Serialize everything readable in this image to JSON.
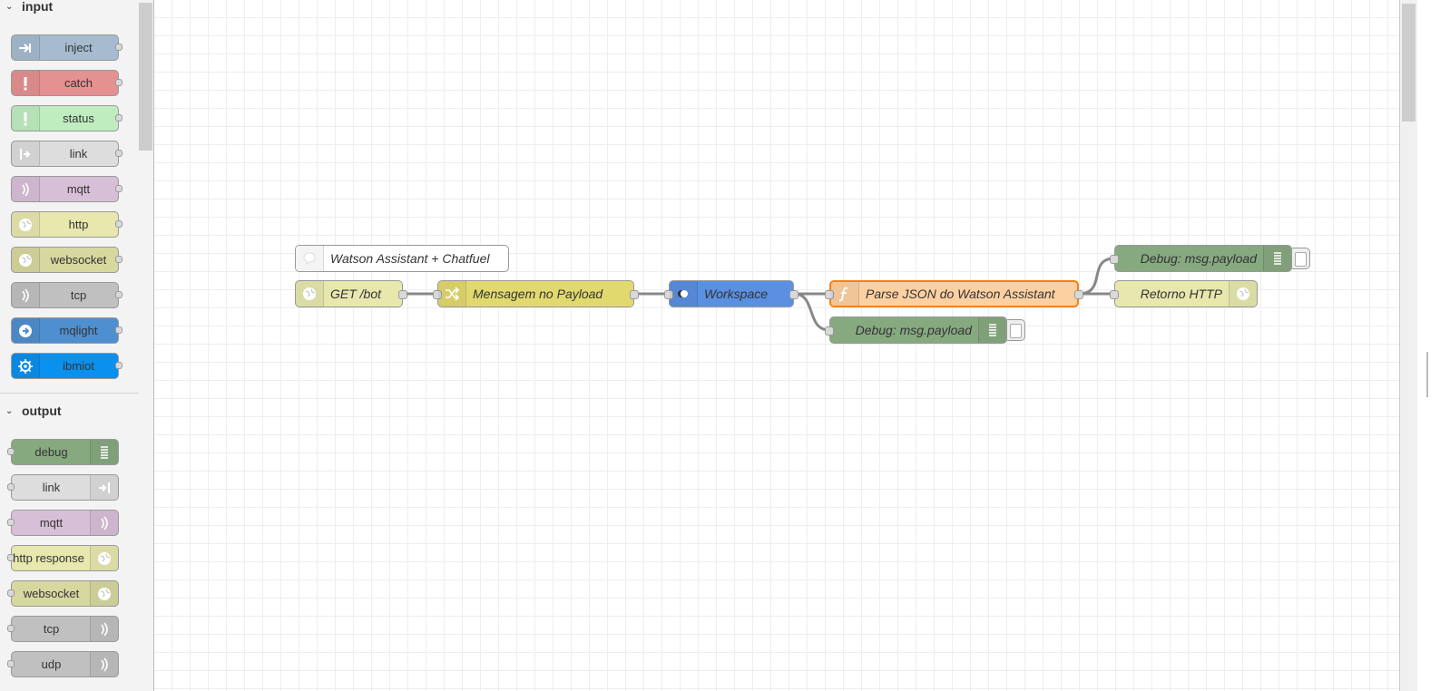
{
  "palette": {
    "categories": [
      {
        "name": "input",
        "nodes": [
          {
            "label": "inject",
            "color": "#a6bbcf",
            "icon": "inject-arrow-icon"
          },
          {
            "label": "catch",
            "color": "#e49191",
            "icon": "alert-icon"
          },
          {
            "label": "status",
            "color": "#c0edc0",
            "icon": "alert-icon"
          },
          {
            "label": "link",
            "color": "#dddddd",
            "icon": "link-in-icon"
          },
          {
            "label": "mqtt",
            "color": "#d8bfd8",
            "icon": "bridge-icon"
          },
          {
            "label": "http",
            "color": "#e7e7ae",
            "icon": "globe-icon"
          },
          {
            "label": "websocket",
            "color": "#d7d7a0",
            "icon": "globe-icon"
          },
          {
            "label": "tcp",
            "color": "#c0c0c0",
            "icon": "bridge-icon"
          },
          {
            "label": "mqlight",
            "color": "#4e8fcf",
            "icon": "mqlight-icon"
          },
          {
            "label": "ibmiot",
            "color": "#0a90ef",
            "icon": "gear-icon"
          }
        ]
      },
      {
        "name": "output",
        "nodes": [
          {
            "label": "debug",
            "color": "#87a980",
            "icon": "debug-list-icon"
          },
          {
            "label": "link",
            "color": "#dddddd",
            "icon": "link-out-icon"
          },
          {
            "label": "mqtt",
            "color": "#d8bfd8",
            "icon": "bridge-icon"
          },
          {
            "label": "http response",
            "color": "#e7e7ae",
            "icon": "globe-icon"
          },
          {
            "label": "websocket",
            "color": "#d7d7a0",
            "icon": "globe-icon"
          },
          {
            "label": "tcp",
            "color": "#c0c0c0",
            "icon": "bridge-icon"
          },
          {
            "label": "udp",
            "color": "#c0c0c0",
            "icon": "bridge-icon"
          }
        ]
      }
    ]
  },
  "flow": {
    "nodes": [
      {
        "id": "comment",
        "label": "Watson Assistant + Chatfuel",
        "color": "#ffffff",
        "icon": "comment-icon"
      },
      {
        "id": "get-bot",
        "label": "GET /bot",
        "color": "#e7e7ae",
        "icon": "globe-icon"
      },
      {
        "id": "change",
        "label": "Mensagem no Payload",
        "color": "#e2d96e",
        "icon": "shuffle-icon"
      },
      {
        "id": "workspace",
        "label": "Workspace",
        "color": "#5a8fe2",
        "icon": "watson-icon"
      },
      {
        "id": "function",
        "label": "Parse JSON do Watson Assistant",
        "color": "#fdd0a2",
        "icon": "function-icon"
      },
      {
        "id": "debug-top",
        "label": "Debug: msg.payload",
        "color": "#87a980",
        "icon": "debug-list-icon"
      },
      {
        "id": "http-return",
        "label": "Retorno HTTP",
        "color": "#e7e7ae",
        "icon": "globe-icon"
      },
      {
        "id": "debug-bottom",
        "label": "Debug: msg.payload",
        "color": "#87a980",
        "icon": "debug-list-icon"
      }
    ]
  }
}
